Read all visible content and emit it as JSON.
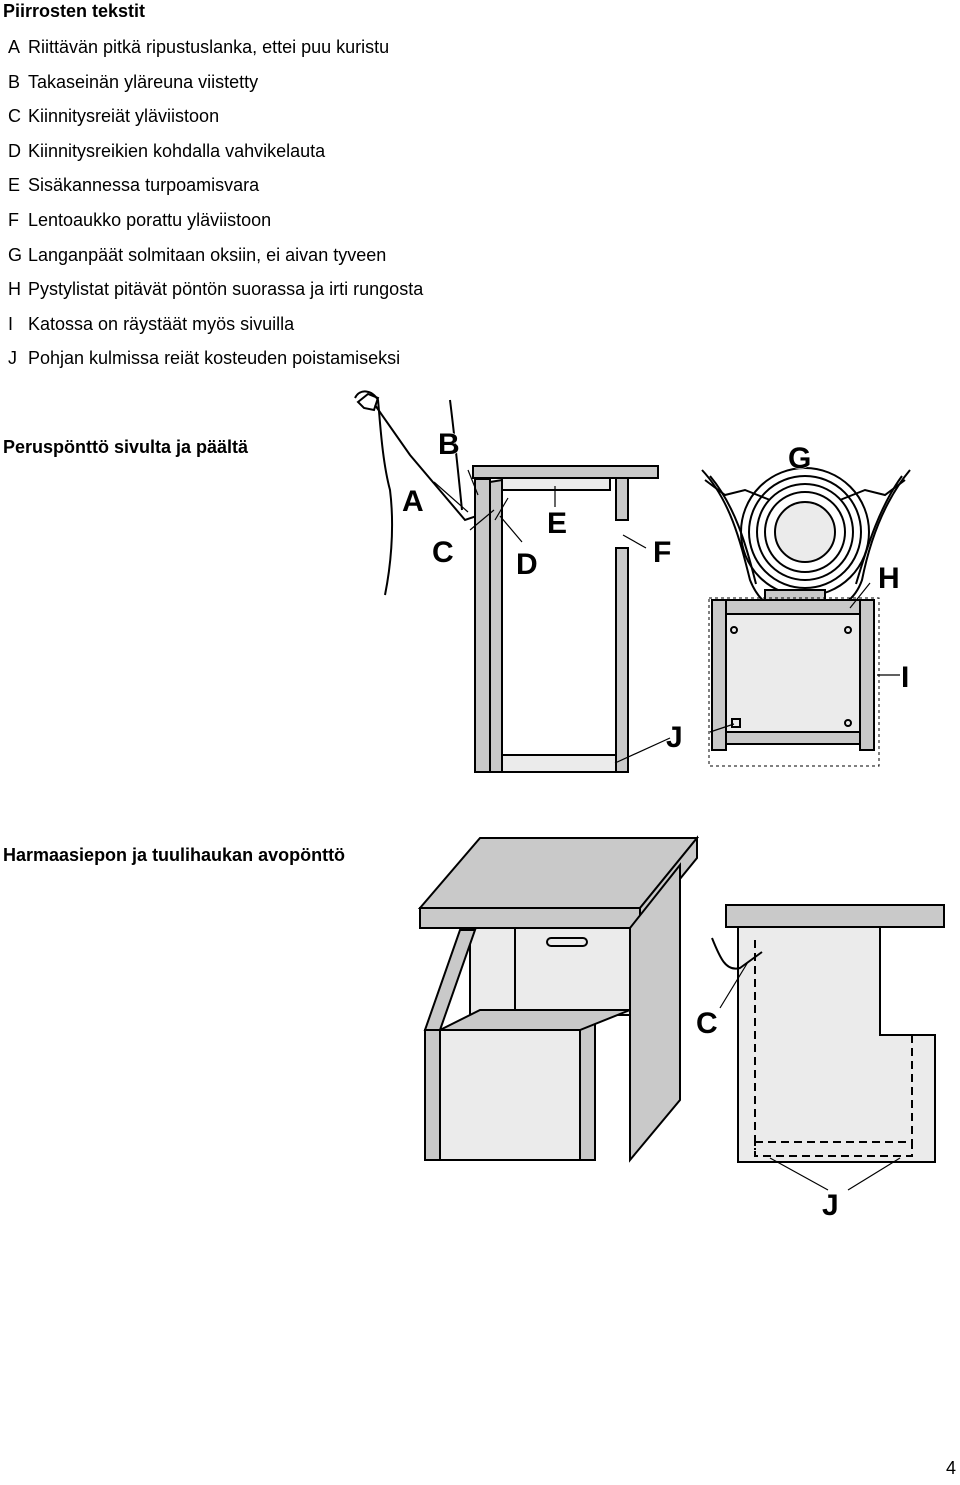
{
  "legend": {
    "title": "Piirrosten tekstit",
    "items": [
      {
        "letter": "A",
        "text": "Riittävän pitkä ripustuslanka, ettei puu kuristu"
      },
      {
        "letter": "B",
        "text": "Takaseinän yläreuna viistetty"
      },
      {
        "letter": "C",
        "text": "Kiinnitysreiät yläviistoon"
      },
      {
        "letter": "D",
        "text": "Kiinnitysreikien kohdalla vahvikelauta"
      },
      {
        "letter": "E",
        "text": "Sisäkannessa turpoamisvara"
      },
      {
        "letter": "F",
        "text": "Lentoaukko porattu yläviistoon"
      },
      {
        "letter": "G",
        "text": "Langanpäät solmitaan oksiin, ei aivan tyveen"
      },
      {
        "letter": "H",
        "text": "Pystylistat pitävät pöntön suorassa ja irti rungosta"
      },
      {
        "letter": "I",
        "text": "Katossa on räystäät myös sivuilla"
      },
      {
        "letter": "J",
        "text": "Pohjan kulmissa reiät kosteuden poistamiseksi"
      }
    ]
  },
  "section1": {
    "title": "Peruspönttö sivulta ja päältä",
    "labels": {
      "A": "A",
      "B": "B",
      "C": "C",
      "D": "D",
      "E": "E",
      "F": "F",
      "G": "G",
      "H": "H",
      "I": "I",
      "J": "J"
    }
  },
  "section2": {
    "title": "Harmaasiepon ja tuulihaukan avopönttö",
    "labels": {
      "C": "C",
      "J": "J"
    }
  },
  "page_number": "4"
}
